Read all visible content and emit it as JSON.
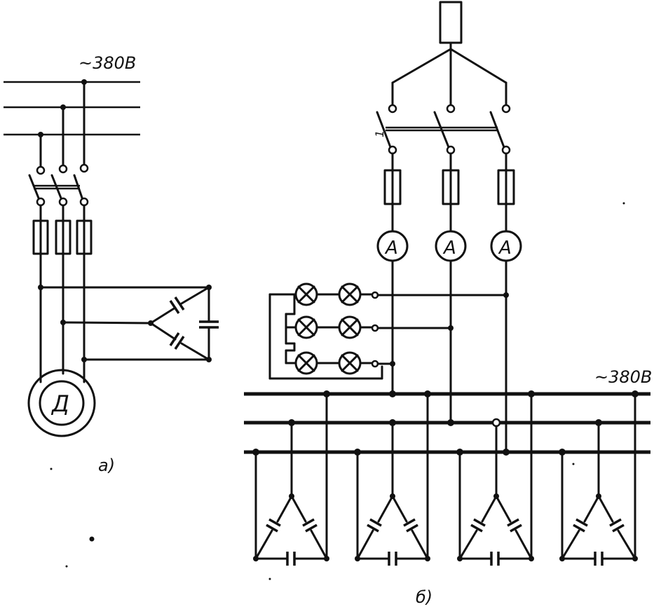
{
  "voltage_label_a": "~380В",
  "voltage_label_b": "~380В",
  "motor_label": "Д",
  "ammeter_label": "А",
  "caption_a": "а)",
  "caption_b": "б)",
  "switch_mark": "1"
}
